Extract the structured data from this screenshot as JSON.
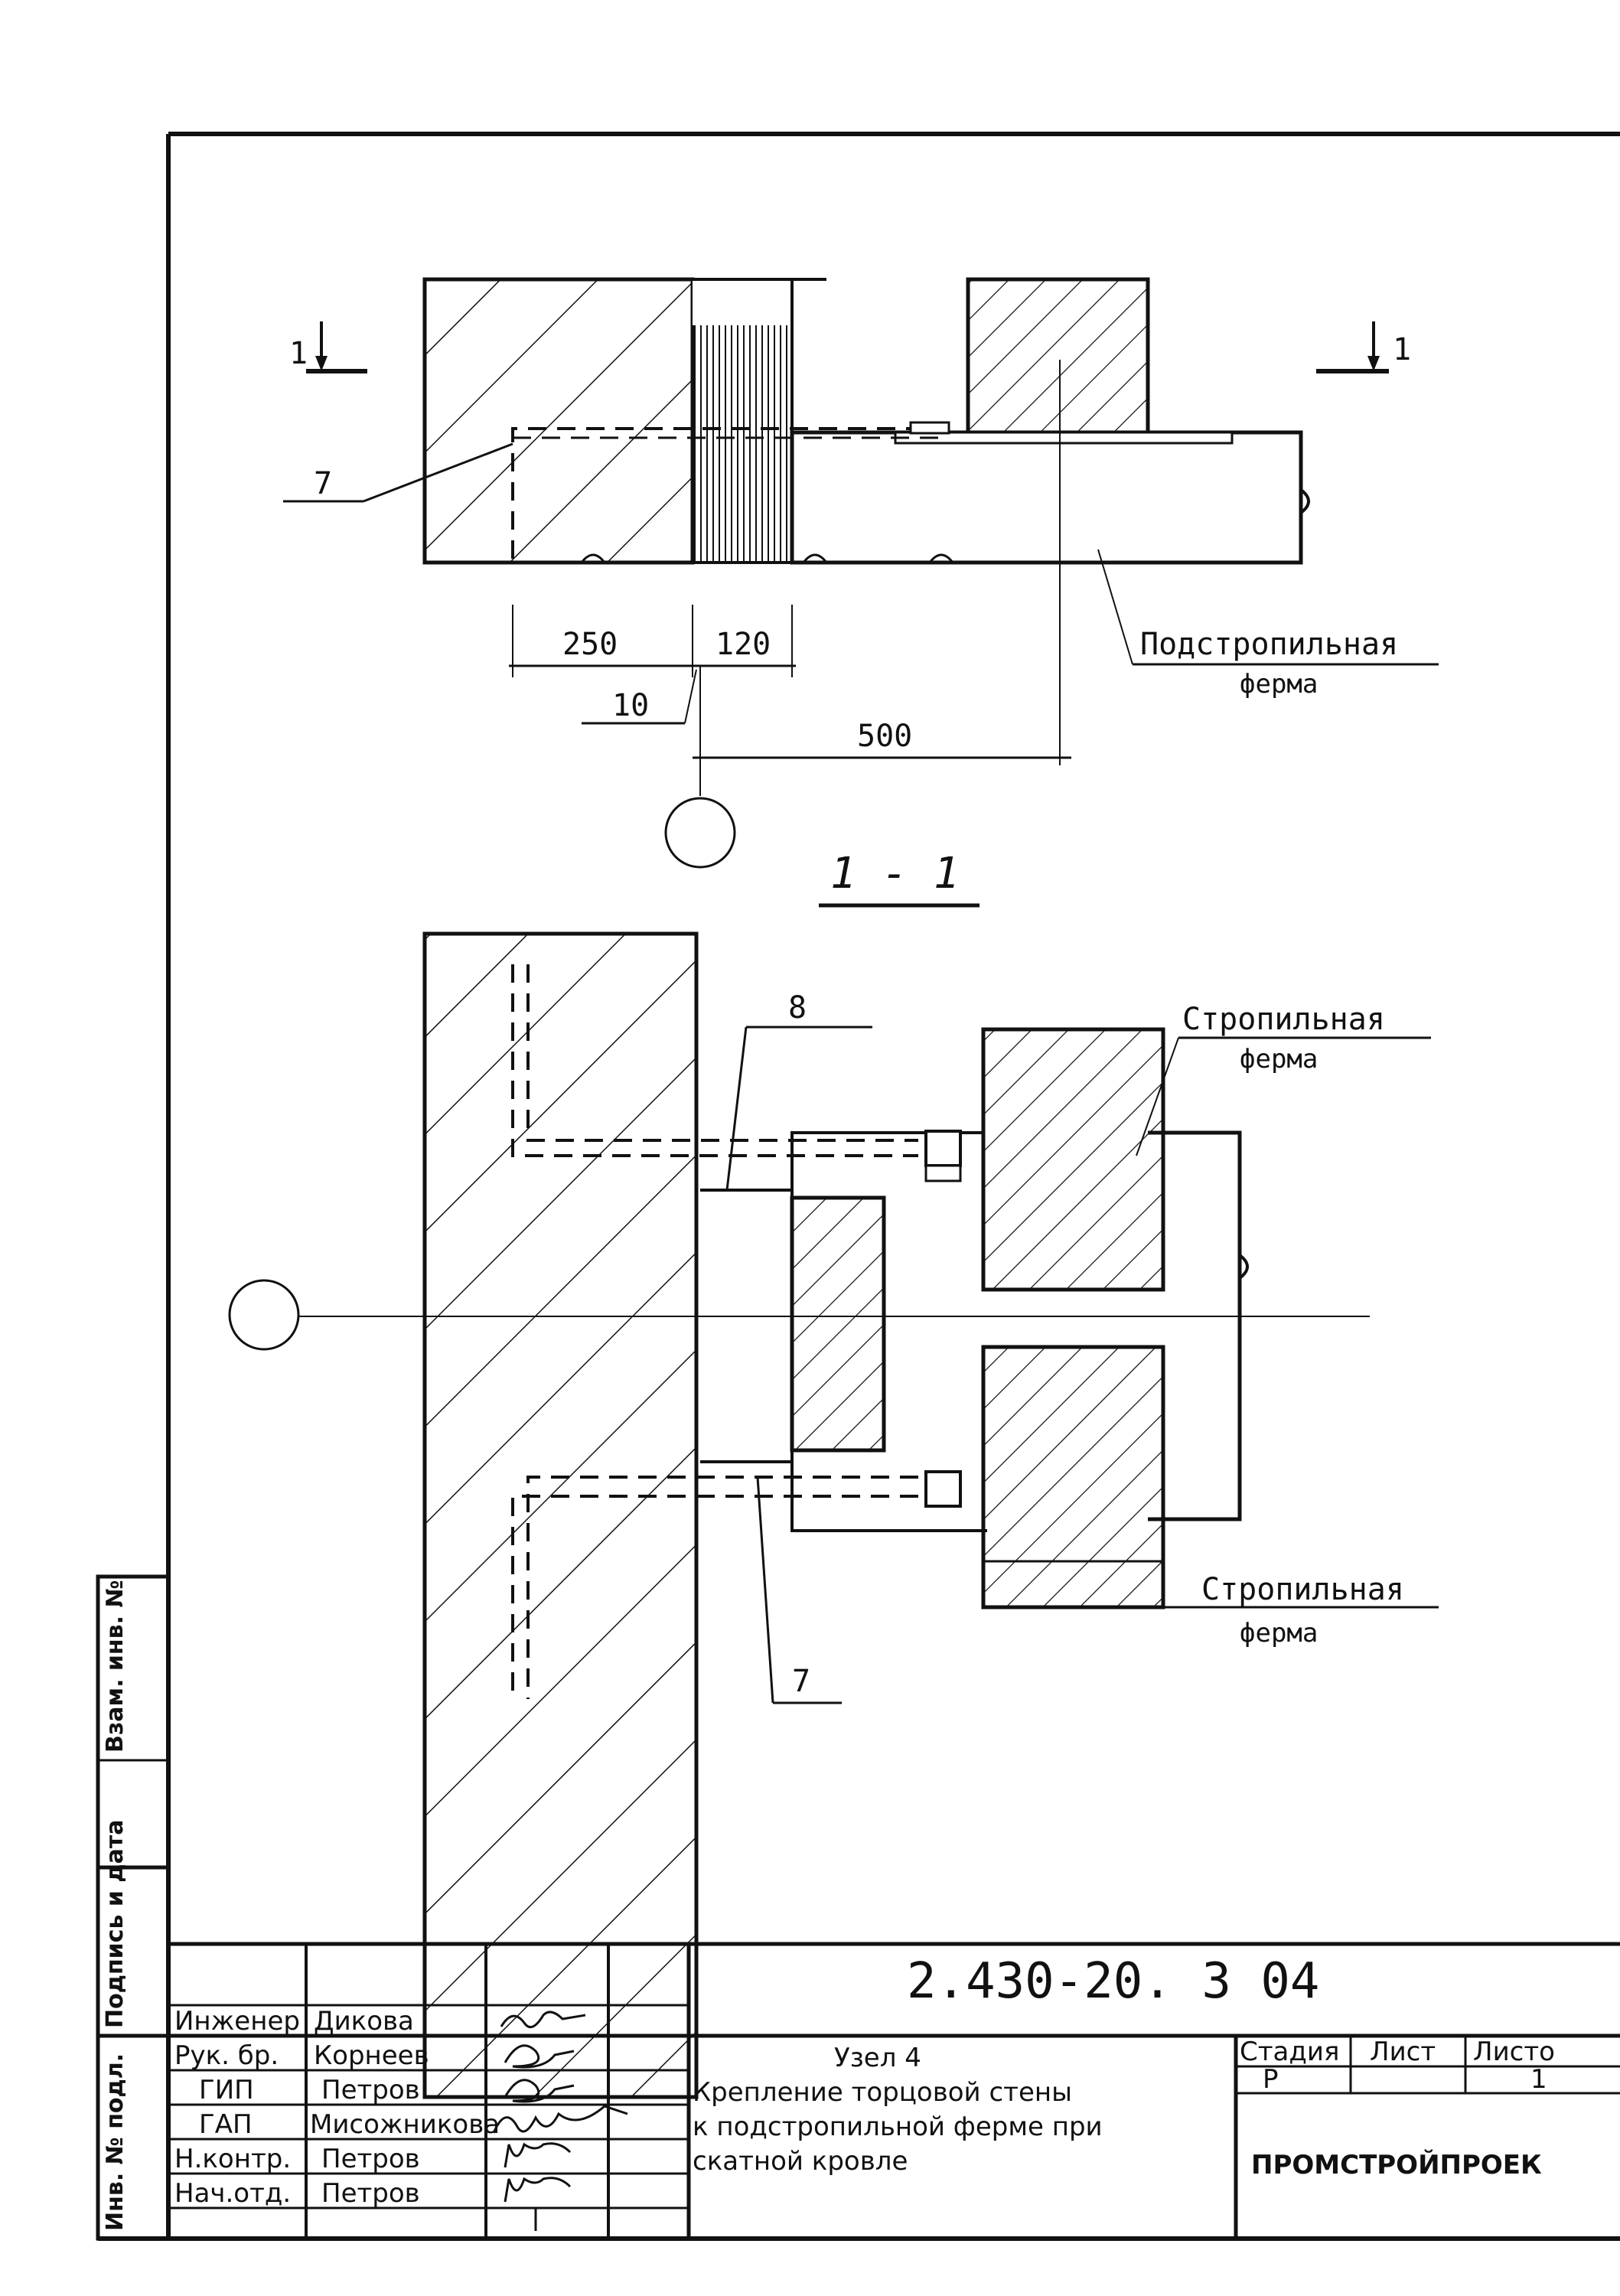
{
  "plan_view": {
    "section_mark_left": "1",
    "section_mark_right": "1",
    "callout_left": "7",
    "dim_250": "250",
    "dim_120": "120",
    "dim_10": "10",
    "dim_500": "500",
    "truss_label_line1": "Подстропильная",
    "truss_label_line2": "ферма"
  },
  "section_view": {
    "title": "1 - 1",
    "callout_top": "8",
    "callout_bottom": "7",
    "truss_top_line1": "Стропильная",
    "truss_top_line2": "ферма",
    "truss_bottom_line1": "Стропильная",
    "truss_bottom_line2": "ферма"
  },
  "side_stamp": {
    "cell1": "Инв. № подл.",
    "cell2": "Подпись и дата",
    "cell3": "Взам. инв. №"
  },
  "title_block": {
    "doc_code": "2.430-20. 3 04",
    "roles": [
      {
        "role": "Инженер",
        "name": "Дикова"
      },
      {
        "role": "Рук. бр.",
        "name": "Корнеев"
      },
      {
        "role": "ГИП",
        "name": "Петров"
      },
      {
        "role": "ГАП",
        "name": "Мисожникова"
      },
      {
        "role": "Н.контр.",
        "name": "Петров"
      },
      {
        "role": "Нач.отд.",
        "name": "Петров"
      }
    ],
    "node_title": "Узел 4",
    "desc_line1": "Крепление торцовой стены",
    "desc_line2": "к подстропильной ферме при",
    "desc_line3": "скатной кровле",
    "stage_header": "Стадия",
    "sheet_header": "Лист",
    "sheets_header": "Листо",
    "stage_value": "Р",
    "sheet_value": "",
    "sheets_value": "1",
    "organization": "ПРОМСТРОЙПРОЕК"
  }
}
